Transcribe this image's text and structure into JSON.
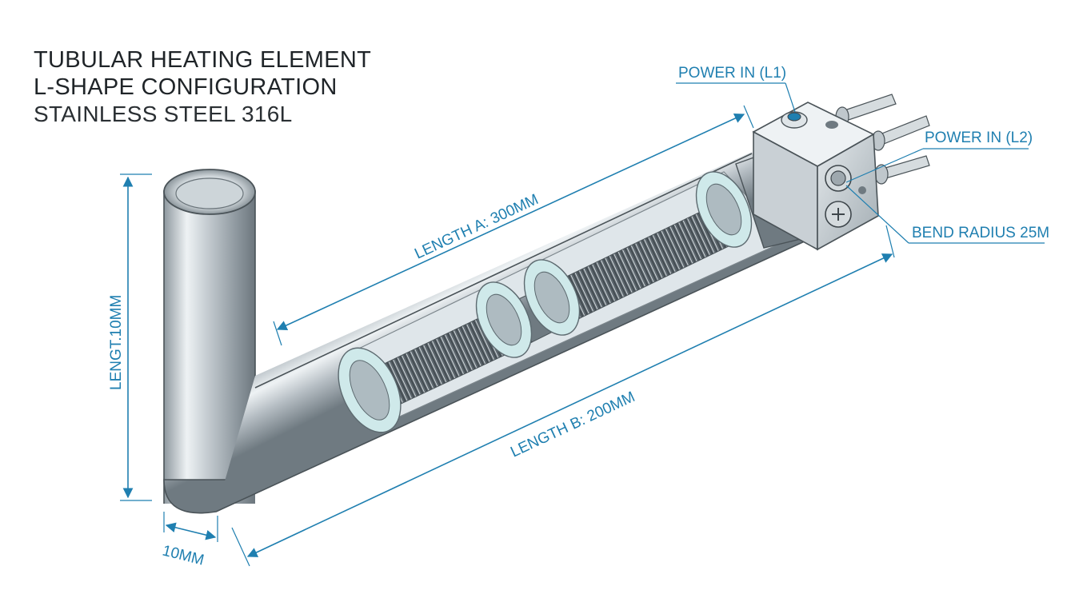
{
  "title": {
    "line1": "TUBULAR HEATING ELEMENT",
    "line2": "L-SHAPE CONFIGURATION",
    "line3": "STAINLESS STEEL 316L"
  },
  "labels": {
    "power_l1": "POWER IN (L1)",
    "power_l2": "POWER IN (L2)",
    "bend_radius": "BEND RADIUS 25M",
    "length_a": "LENGTH A: 300MM",
    "length_b": "LENGTH B: 200MM",
    "vertical_length": "LENGT.10MM",
    "diameter": "10MM"
  },
  "colors": {
    "dimension": "#1f7fb0",
    "steel_light": "#e9eef1",
    "steel_mid": "#b7c0c6",
    "steel_dark": "#6f7a81",
    "insulator": "#cfe9ea"
  }
}
